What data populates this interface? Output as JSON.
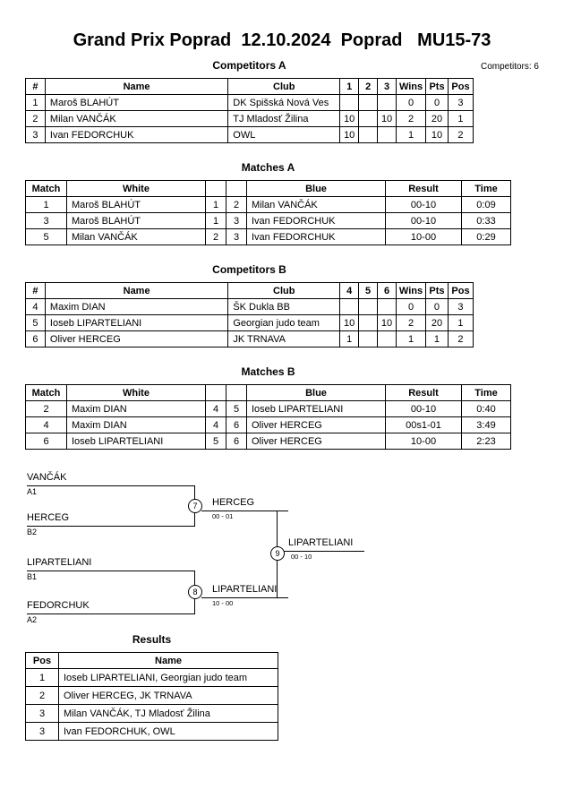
{
  "title": "Grand Prix Poprad  12.10.2024  Poprad   MU15-73",
  "competitors_count": "Competitors: 6",
  "competitors_a": {
    "heading": "Competitors A",
    "headers": [
      "#",
      "Name",
      "Club",
      "1",
      "2",
      "3",
      "Wins",
      "Pts",
      "Pos"
    ],
    "rows": [
      {
        "num": "1",
        "name": "Maroš BLAHÚT",
        "club": "DK Spišská Nová Ves",
        "r1": "",
        "r2": "",
        "r3": "",
        "wins": "0",
        "pts": "0",
        "pos": "3"
      },
      {
        "num": "2",
        "name": "Milan VANČÁK",
        "club": "TJ Mladosť Žilina",
        "r1": "10",
        "r2": "",
        "r3": "10",
        "wins": "2",
        "pts": "20",
        "pos": "1"
      },
      {
        "num": "3",
        "name": "Ivan FEDORCHUK",
        "club": "OWL",
        "r1": "10",
        "r2": "",
        "r3": "",
        "wins": "1",
        "pts": "10",
        "pos": "2"
      }
    ]
  },
  "matches_a": {
    "heading": "Matches A",
    "headers": [
      "Match",
      "White",
      "",
      "",
      "Blue",
      "Result",
      "Time"
    ],
    "rows": [
      {
        "match": "1",
        "white": "Maroš BLAHÚT",
        "white_no": "1",
        "blue_no": "2",
        "blue": "Milan VANČÁK",
        "result": "00-10",
        "time": "0:09"
      },
      {
        "match": "3",
        "white": "Maroš BLAHÚT",
        "white_no": "1",
        "blue_no": "3",
        "blue": "Ivan FEDORCHUK",
        "result": "00-10",
        "time": "0:33"
      },
      {
        "match": "5",
        "white": "Milan VANČÁK",
        "white_no": "2",
        "blue_no": "3",
        "blue": "Ivan FEDORCHUK",
        "result": "10-00",
        "time": "0:29"
      }
    ]
  },
  "competitors_b": {
    "heading": "Competitors B",
    "headers": [
      "#",
      "Name",
      "Club",
      "4",
      "5",
      "6",
      "Wins",
      "Pts",
      "Pos"
    ],
    "rows": [
      {
        "num": "4",
        "name": "Maxim DIAN",
        "club": "ŠK Dukla BB",
        "r1": "",
        "r2": "",
        "r3": "",
        "wins": "0",
        "pts": "0",
        "pos": "3"
      },
      {
        "num": "5",
        "name": "Ioseb LIPARTELIANI",
        "club": "Georgian judo team",
        "r1": "10",
        "r2": "",
        "r3": "10",
        "wins": "2",
        "pts": "20",
        "pos": "1"
      },
      {
        "num": "6",
        "name": "Oliver HERCEG",
        "club": "JK TRNAVA",
        "r1": "1",
        "r2": "",
        "r3": "",
        "wins": "1",
        "pts": "1",
        "pos": "2"
      }
    ]
  },
  "matches_b": {
    "heading": "Matches B",
    "headers": [
      "Match",
      "White",
      "",
      "",
      "Blue",
      "Result",
      "Time"
    ],
    "rows": [
      {
        "match": "2",
        "white": "Maxim DIAN",
        "white_no": "4",
        "blue_no": "5",
        "blue": "Ioseb LIPARTELIANI",
        "result": "00-10",
        "time": "0:40"
      },
      {
        "match": "4",
        "white": "Maxim DIAN",
        "white_no": "4",
        "blue_no": "6",
        "blue": "Oliver HERCEG",
        "result": "00s1-01",
        "time": "3:49"
      },
      {
        "match": "6",
        "white": "Ioseb LIPARTELIANI",
        "white_no": "5",
        "blue_no": "6",
        "blue": "Oliver HERCEG",
        "result": "10-00",
        "time": "2:23"
      }
    ]
  },
  "bracket": {
    "sf1": {
      "top_name": "VANČÁK",
      "top_seed": "A1",
      "bottom_name": "HERCEG",
      "bottom_seed": "B2",
      "match_no": "7",
      "winner": "HERCEG",
      "score": "00 - 01"
    },
    "sf2": {
      "top_name": "LIPARTELIANI",
      "top_seed": "B1",
      "bottom_name": "FEDORCHUK",
      "bottom_seed": "A2",
      "match_no": "8",
      "winner": "LIPARTELIANI",
      "score": "10 - 00"
    },
    "final": {
      "match_no": "9",
      "winner": "LIPARTELIANI",
      "score": "00 - 10"
    }
  },
  "results": {
    "heading": "Results",
    "headers": [
      "Pos",
      "Name"
    ],
    "rows": [
      {
        "pos": "1",
        "name": "Ioseb LIPARTELIANI, Georgian judo team"
      },
      {
        "pos": "2",
        "name": "Oliver HERCEG, JK TRNAVA"
      },
      {
        "pos": "3",
        "name": "Milan VANČÁK, TJ Mladosť Žilina"
      },
      {
        "pos": "3",
        "name": "Ivan FEDORCHUK, OWL"
      }
    ]
  }
}
